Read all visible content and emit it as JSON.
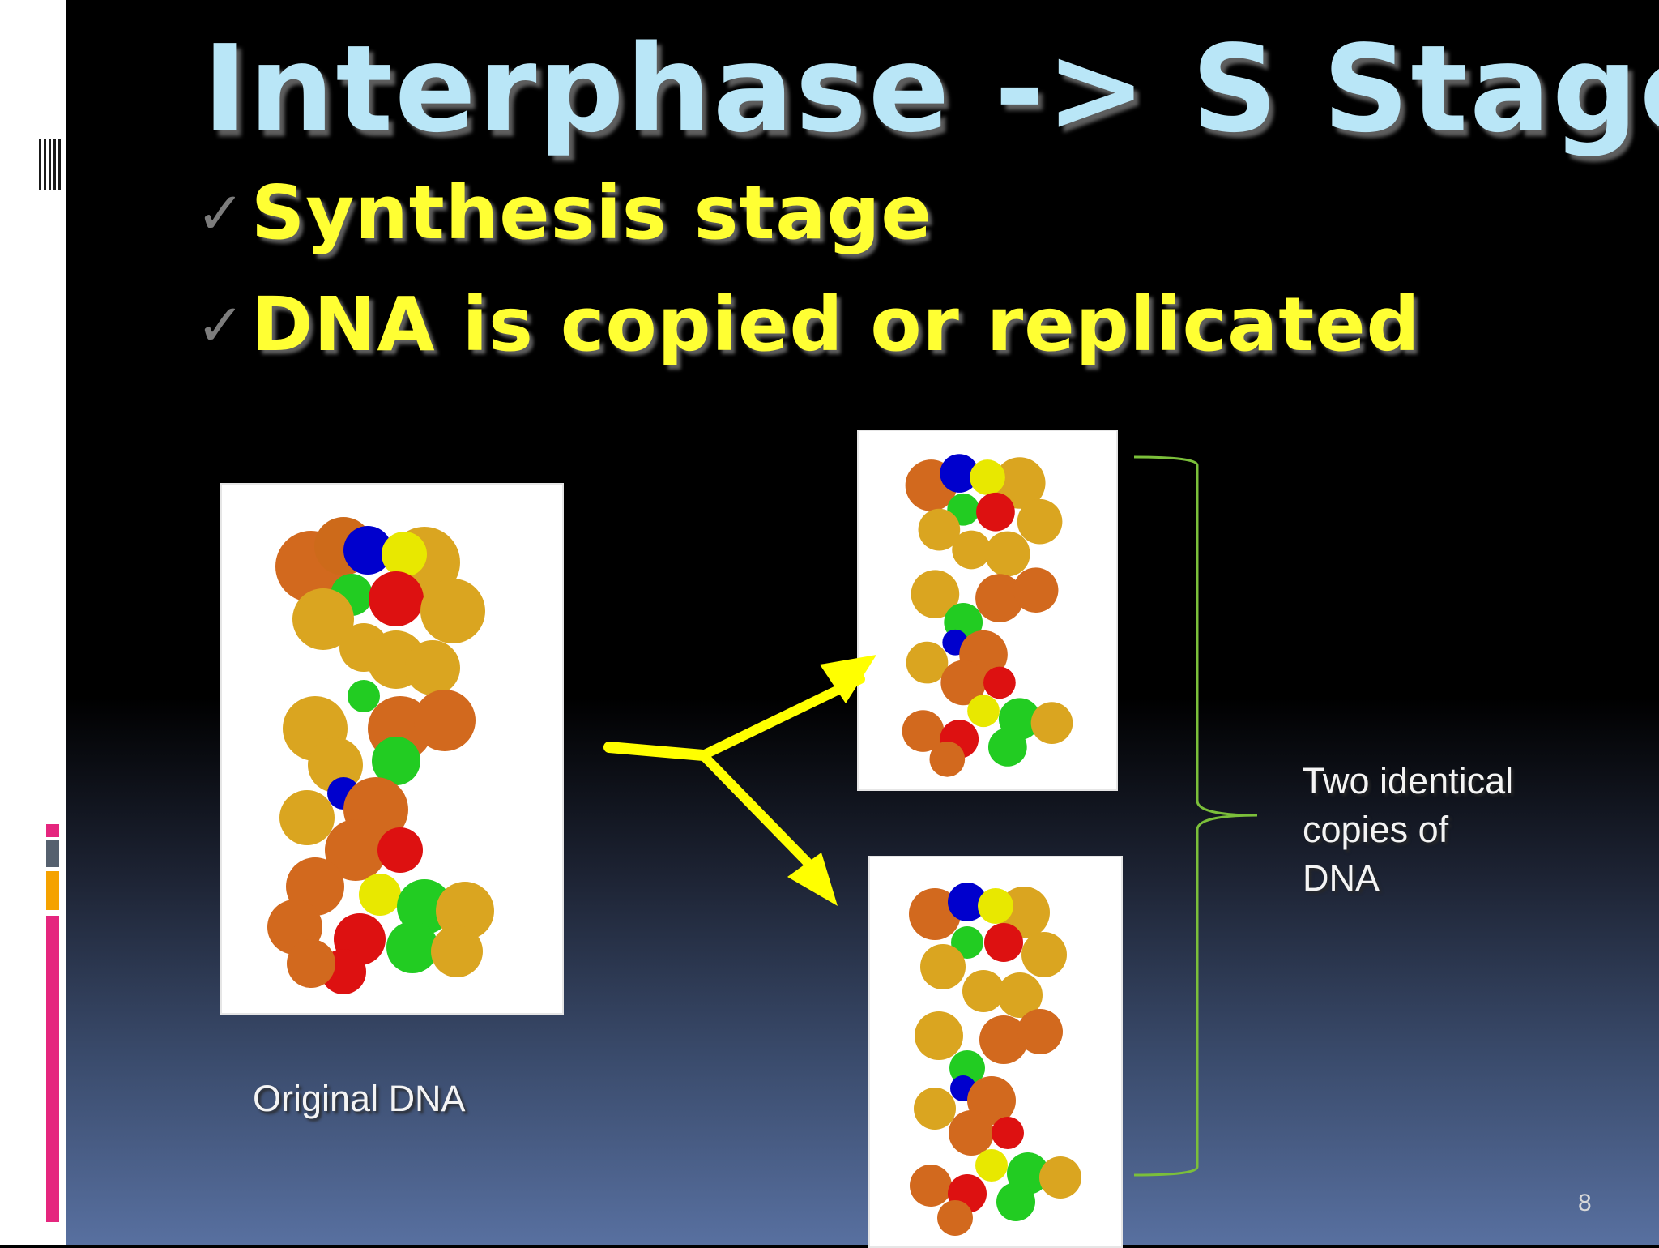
{
  "slide": {
    "title": "Interphase -> S Stage",
    "bullets": [
      {
        "check": "✓",
        "text": "Synthesis stage"
      },
      {
        "check": "✓",
        "text": "DNA is copied or replicated"
      }
    ],
    "original_label": "Original DNA",
    "copies_label": [
      "Two identical",
      "copies of",
      "DNA"
    ],
    "slide_number": "8"
  },
  "colors": {
    "title": "#b9e6f7",
    "bullets": "#ffff33",
    "arrows": "#ffff00",
    "bracket": "#7bbf3a",
    "accent_pink": "#e5267e",
    "accent_orange": "#f5a200",
    "accent_gray": "#55606e"
  },
  "icons": [
    "check-icon",
    "fork-arrow-icon",
    "curly-brace-icon",
    "dna-model-image"
  ]
}
